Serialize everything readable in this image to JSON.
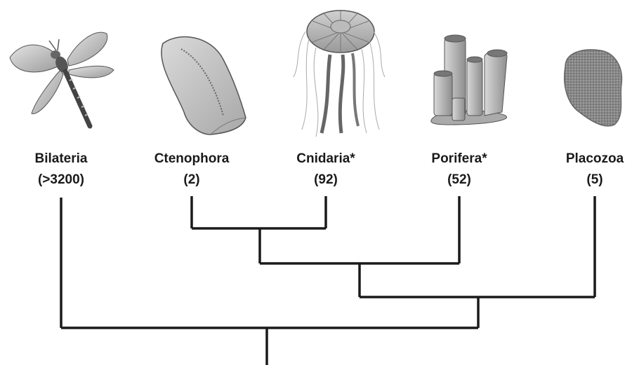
{
  "taxa": [
    {
      "id": "bilateria",
      "name": "Bilateria",
      "count": "(>3200)",
      "illustration": "dragonfly-illustration"
    },
    {
      "id": "ctenophora",
      "name": "Ctenophora",
      "count": "(2)",
      "illustration": "comb-jelly-illustration"
    },
    {
      "id": "cnidaria",
      "name": "Cnidaria*",
      "count": "(92)",
      "illustration": "jellyfish-illustration"
    },
    {
      "id": "porifera",
      "name": "Porifera*",
      "count": "(52)",
      "illustration": "sponge-illustration"
    },
    {
      "id": "placozoa",
      "name": "Placozoa",
      "count": "(5)",
      "illustration": "placozoan-illustration"
    }
  ],
  "tree_topology": "(Bilateria, ((( Ctenophora, Cnidaria*), Porifera*), Placozoa))",
  "colors": {
    "line": "#1a1a1a",
    "illustration_fill": "#c8c8c8",
    "illustration_dark": "#555555"
  }
}
